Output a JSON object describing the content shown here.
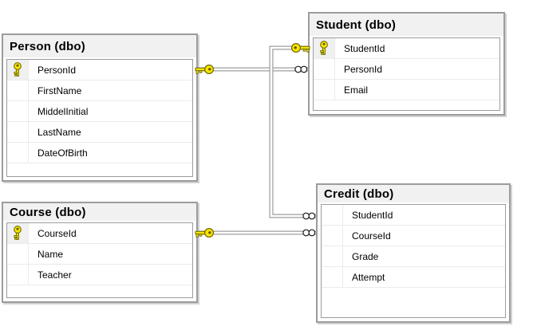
{
  "diagram": {
    "tables": {
      "person": {
        "title": "Person (dbo)",
        "columns": [
          {
            "name": "PersonId",
            "pk": true
          },
          {
            "name": "FirstName",
            "pk": false
          },
          {
            "name": "MiddelInitial",
            "pk": false
          },
          {
            "name": "LastName",
            "pk": false
          },
          {
            "name": "DateOfBirth",
            "pk": false
          }
        ]
      },
      "student": {
        "title": "Student (dbo)",
        "columns": [
          {
            "name": "StudentId",
            "pk": true
          },
          {
            "name": "PersonId",
            "pk": false
          },
          {
            "name": "Email",
            "pk": false
          }
        ]
      },
      "course": {
        "title": "Course (dbo)",
        "columns": [
          {
            "name": "CourseId",
            "pk": true
          },
          {
            "name": "Name",
            "pk": false
          },
          {
            "name": "Teacher",
            "pk": false
          }
        ]
      },
      "credit": {
        "title": "Credit (dbo)",
        "columns": [
          {
            "name": "StudentId",
            "pk": false
          },
          {
            "name": "CourseId",
            "pk": false
          },
          {
            "name": "Grade",
            "pk": false
          },
          {
            "name": "Attempt",
            "pk": false
          }
        ]
      }
    },
    "relationships": [
      {
        "one_side": "Person.PersonId",
        "many_side": "Student.PersonId",
        "one_symbol": "key",
        "many_symbol": "infinity"
      },
      {
        "one_side": "Student.StudentId",
        "many_side": "Credit.StudentId",
        "one_symbol": "key",
        "many_symbol": "infinity"
      },
      {
        "one_side": "Course.CourseId",
        "many_side": "Credit.CourseId",
        "one_symbol": "key",
        "many_symbol": "infinity"
      }
    ],
    "colors": {
      "background": "#ffffff",
      "title_bar": "#f1f1f1",
      "table_border": "#9c9c9c",
      "row_separator": "#ebebeb",
      "connector_line": "#9d9d9d",
      "key_fill": "#ffe400",
      "key_outline": "#6b6b00",
      "text": "#000000"
    }
  }
}
